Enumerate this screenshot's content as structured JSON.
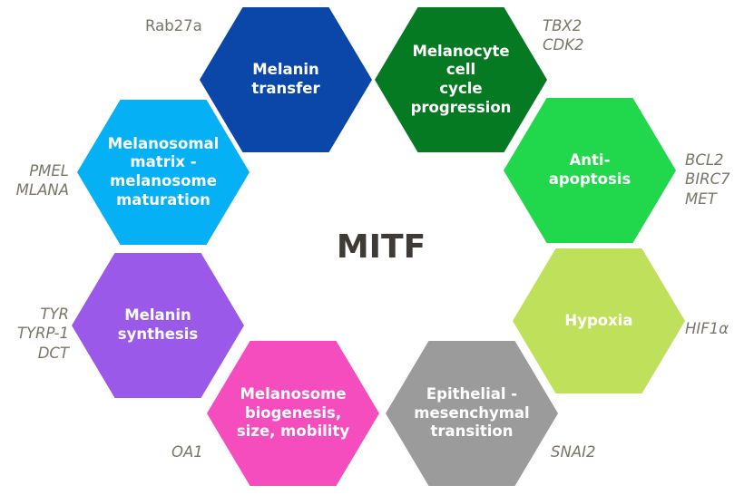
{
  "center_title": "MITF",
  "hexagons": [
    {
      "label": "Melanin\ntransfer",
      "color": "#0a47a8"
    },
    {
      "label": "Melanocyte cell\ncycle\nprogression",
      "color": "#067a23"
    },
    {
      "label": "Anti-\napoptosis",
      "color": "#21d84d"
    },
    {
      "label": "Hypoxia",
      "color": "#bfe05a"
    },
    {
      "label": "Epithelial -\nmesenchymal\ntransition",
      "color": "#9b9b9b"
    },
    {
      "label": "Melanosome\nbiogenesis,\nsize, mobility",
      "color": "#f54cbe"
    },
    {
      "label": "Melanin\nsynthesis",
      "color": "#9b59e9"
    },
    {
      "label": "Melanosomal\nmatrix -\nmelanosome\nmaturation",
      "color": "#05b1f4"
    }
  ],
  "genes": {
    "rab27a": "Rab27a",
    "tbx2_cdk2": "TBX2\nCDK2",
    "bcl2_birc7_met": "BCL2\nBIRC7\nMET",
    "hif1a": "HIF1α",
    "snai2": "SNAI2",
    "oa1": "OA1",
    "tyr_tyrp1_dct": "TYR\nTYRP-1\nDCT",
    "pmel_mlana": "PMEL\nMLANA"
  }
}
